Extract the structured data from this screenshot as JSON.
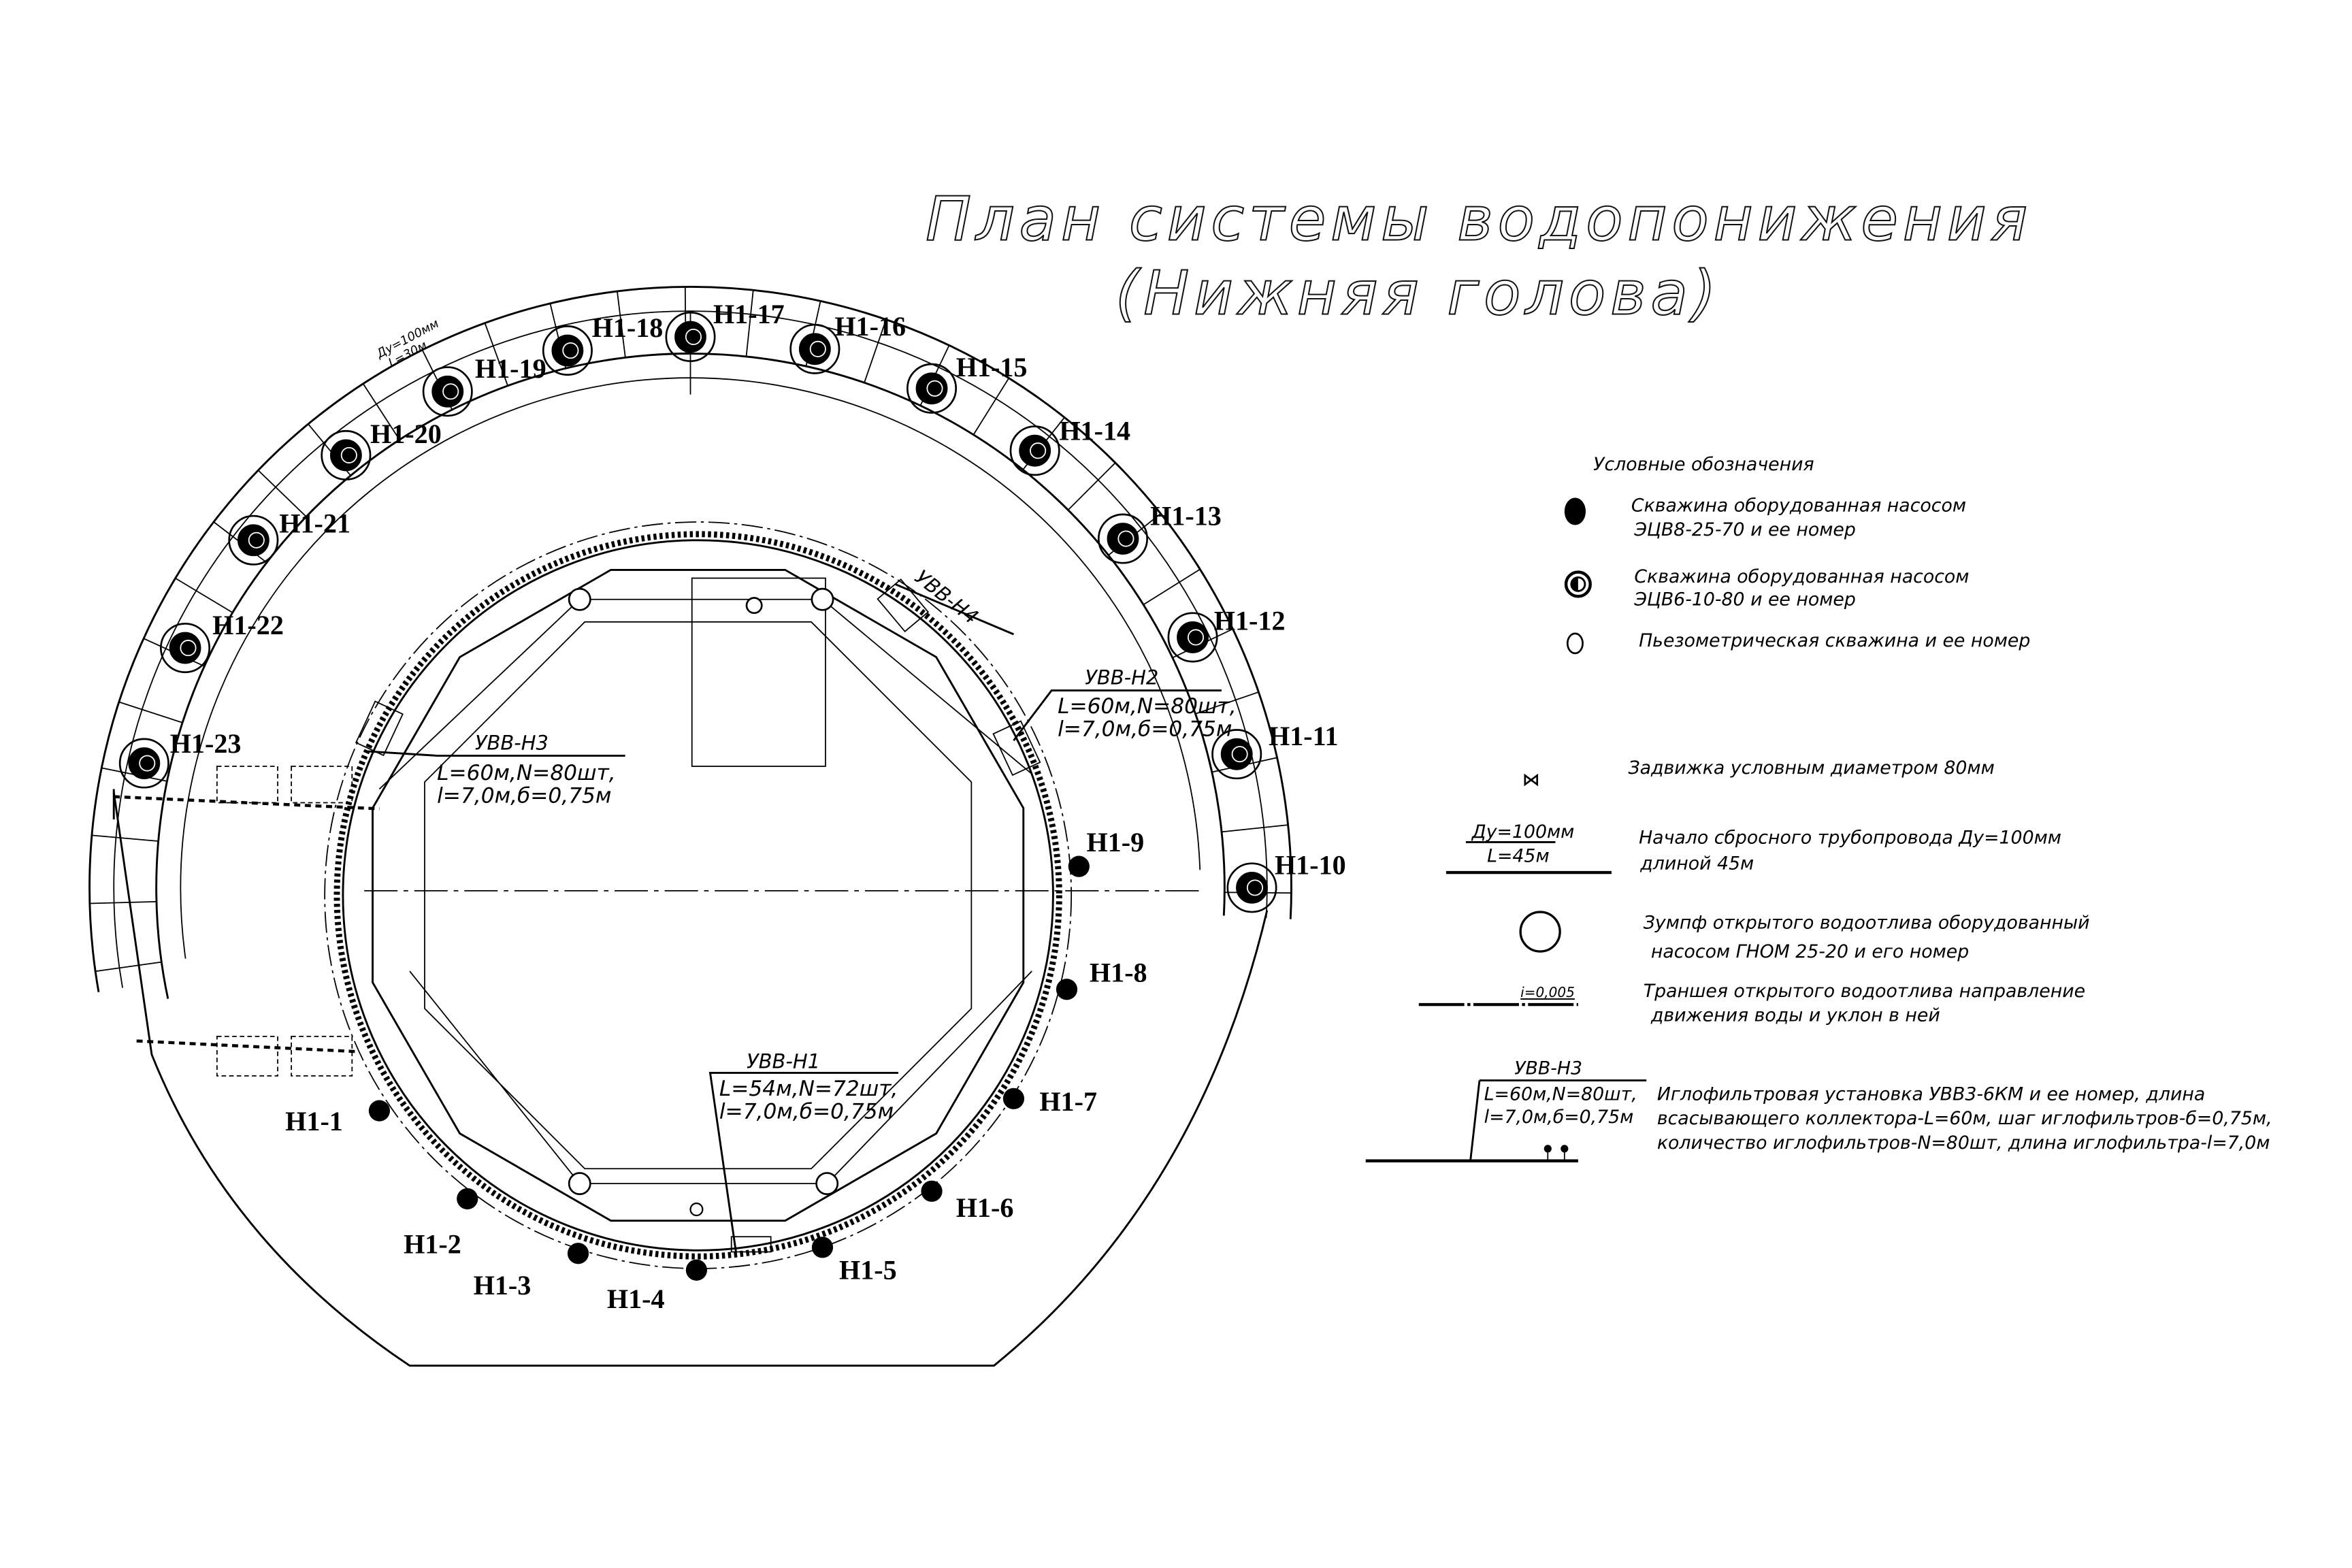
{
  "title": {
    "line1": "План системы водопонижения",
    "line2": "(Нижняя голова)"
  },
  "wells_inner": [
    "Н1-1",
    "Н1-2",
    "Н1-3",
    "Н1-4",
    "Н1-5",
    "Н1-6",
    "Н1-7",
    "Н1-8",
    "Н1-9"
  ],
  "wells_outer": [
    "Н1-10",
    "Н1-11",
    "Н1-12",
    "Н1-13",
    "Н1-14",
    "Н1-15",
    "Н1-16",
    "Н1-17",
    "Н1-18",
    "Н1-19",
    "Н1-20",
    "Н1-21",
    "Н1-22",
    "Н1-23"
  ],
  "installations": [
    {
      "name": "УВВ-Н1",
      "line1": "L=54м,N=72шт,",
      "line2": "l=7,0м,б=0,75м"
    },
    {
      "name": "УВВ-Н2",
      "line1": "L=60м,N=80шт,",
      "line2": "l=7,0м,б=0,75м"
    },
    {
      "name": "УВВ-Н3",
      "line1": "L=60м,N=80шт,",
      "line2": "l=7,0м,б=0,75м"
    },
    {
      "name": "УВВ-Н4"
    }
  ],
  "pipe_annotation": {
    "d": "Ду=100мм",
    "l": "L=30м"
  },
  "legend": {
    "header": "Условные обозначения",
    "pump_well_ecv8": [
      "Скважина оборудованная насосом",
      "ЭЦВ8-25-70 и ее номер"
    ],
    "pump_well_ecv6": [
      "Скважина оборудованная насосом",
      "ЭЦВ6-10-80 и ее номер"
    ],
    "piezometer": "Пьезометрическая скважина и ее номер",
    "valve": "Задвижка условным диаметром 80мм",
    "pipe_symbol": {
      "top": "Ду=100мм",
      "bottom": "L=45м"
    },
    "pipe": [
      "Начало сбросного трубопровода Ду=100мм",
      "длиной 45м"
    ],
    "sump": [
      "Зумпф открытого водоотлива оборудованный",
      "насосом ГНОМ 25-20 и его номер"
    ],
    "trench_symbol": "i=0,005",
    "trench": [
      "Траншея открытого водоотлива направление",
      "движения воды и уклон в ней"
    ],
    "uvv_symbol": {
      "name": "УВВ-Н3",
      "line1": "L=60м,N=80шт,",
      "line2": "l=7,0м,б=0,75м"
    },
    "uvv": [
      "Иглофильтровая установка УВВ3-6КМ и ее номер, длина",
      "всасывающего коллектора-L=60м, шаг иглофильтров-б=0,75м,",
      "количество иглофильтров-N=80шт, длина иглофильтра-l=7,0м"
    ]
  }
}
